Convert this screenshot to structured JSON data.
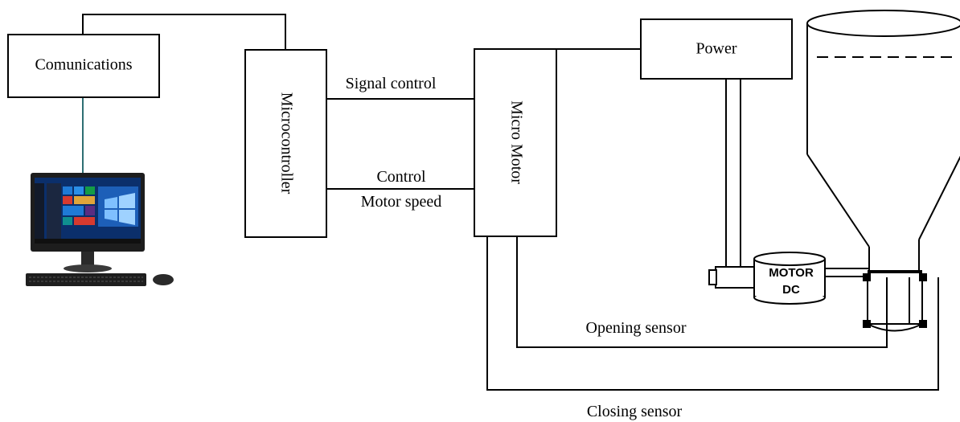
{
  "blocks": {
    "communications": "Comunications",
    "microcontroller": "Microcontroller",
    "micro_motor": "Micro Motor",
    "power": "Power"
  },
  "signals": {
    "signal_control": "Signal control",
    "control_line1": "Control",
    "control_line2": "Motor speed",
    "opening_sensor": "Opening sensor",
    "closing_sensor": "Closing sensor"
  },
  "motor": {
    "line1": "MOTOR",
    "line2": "DC"
  },
  "icons": {
    "computer": "desktop-computer-icon",
    "hopper": "hopper-icon",
    "motor": "dc-motor-icon"
  },
  "colors": {
    "line": "#000000",
    "comm_link": "#2e6f73"
  }
}
